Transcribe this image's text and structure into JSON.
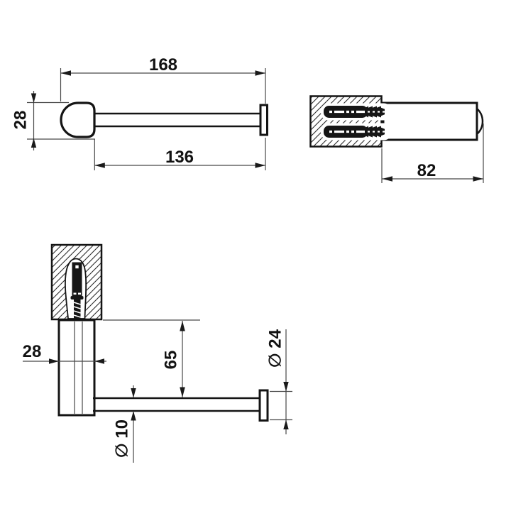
{
  "drawing": {
    "kind": "technical dimension drawing",
    "subject": "wall-mounted bathroom roll holder",
    "units": "mm",
    "colors": {
      "background": "#ffffff",
      "outline": "#141414",
      "dimension_lines": "#474747",
      "text": "#121212"
    },
    "views": {
      "front": {
        "name": "front view",
        "dims": {
          "overall_length": {
            "label": "168"
          },
          "bar_length": {
            "label": "136"
          },
          "cap_height": {
            "label": "28"
          }
        }
      },
      "side": {
        "name": "side section view with wall anchors",
        "dims": {
          "projection_from_wall": {
            "label": "82"
          }
        }
      },
      "plan": {
        "name": "plan section view with wall screw",
        "dims": {
          "body_width": {
            "label": "28"
          },
          "arm_offset": {
            "label": "65"
          },
          "arm_diameter": {
            "label": "∅ 10"
          },
          "end_plate_diameter": {
            "label": "∅ 24"
          }
        }
      }
    }
  }
}
